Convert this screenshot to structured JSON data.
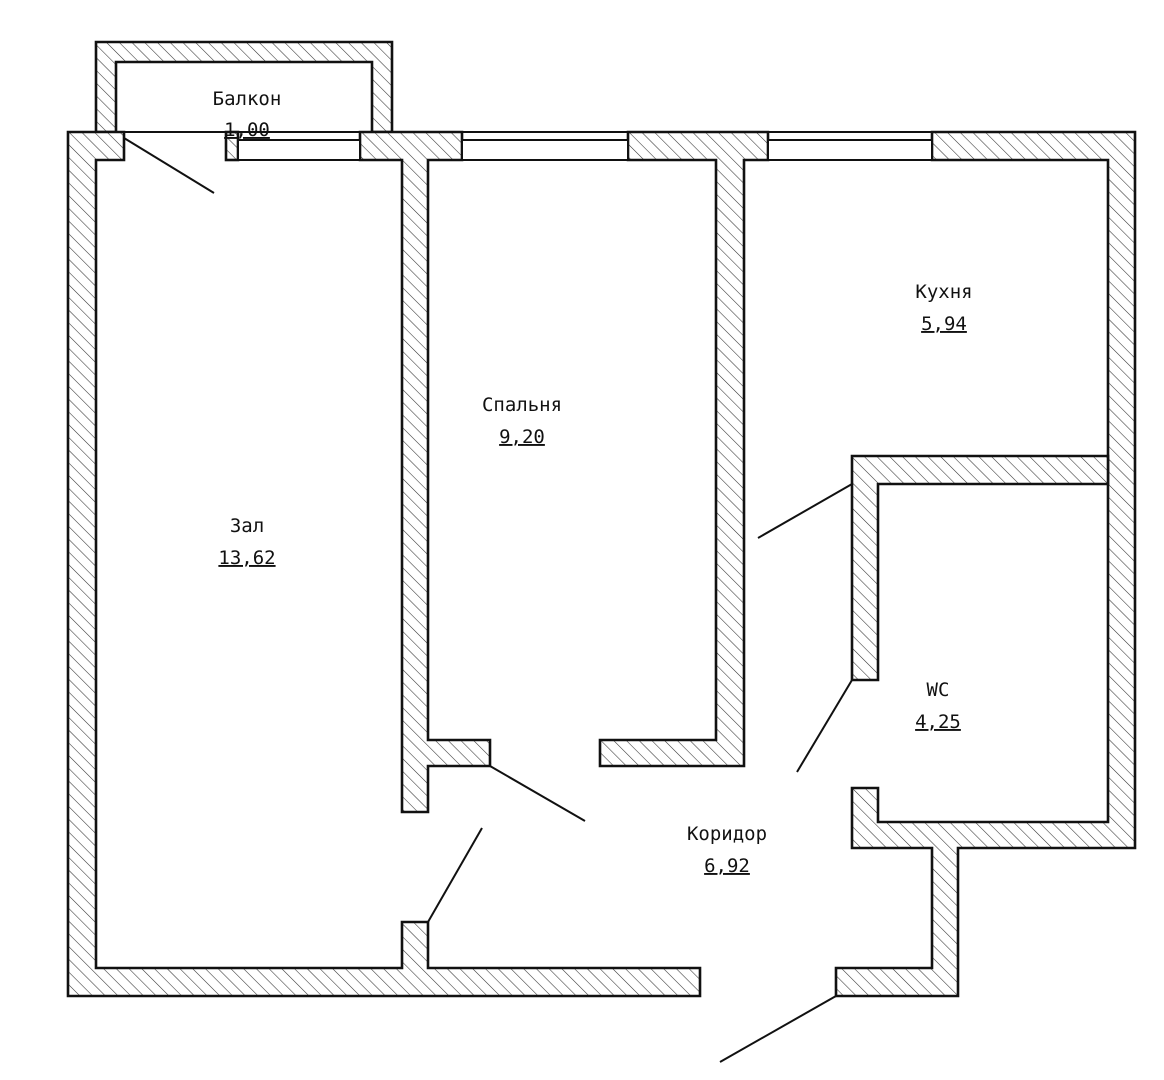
{
  "rooms": {
    "balcony": {
      "name": "Балкон",
      "area": "1,00"
    },
    "hall": {
      "name": "Зал",
      "area": "13,62"
    },
    "bedroom": {
      "name": "Спальня",
      "area": "9,20"
    },
    "kitchen": {
      "name": "Кухня",
      "area": "5,94"
    },
    "wc": {
      "name": "WC",
      "area": "4,25"
    },
    "corridor": {
      "name": "Коридор",
      "area": "6,92"
    }
  }
}
